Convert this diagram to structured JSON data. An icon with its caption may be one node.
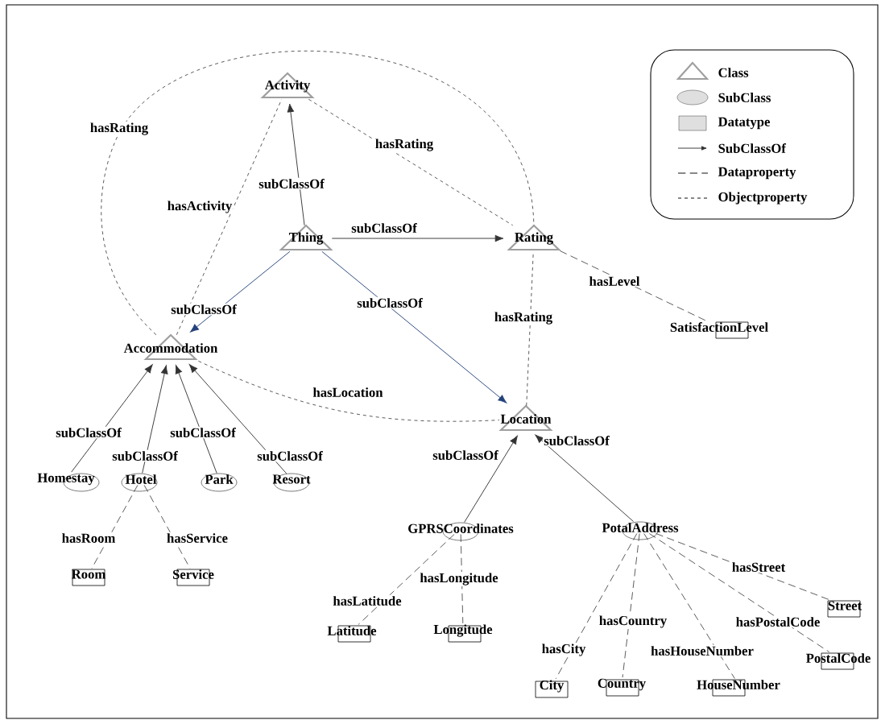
{
  "diagram": {
    "nodes": [
      {
        "text": [
          "Activity"
        ]
      },
      {
        "text": [
          "Thing"
        ]
      },
      {
        "text": [
          "Rating"
        ]
      },
      {
        "text": [
          "Accommodation"
        ]
      },
      {
        "text": [
          "Location"
        ]
      },
      {
        "text": [
          "Homestay"
        ]
      },
      {
        "text": [
          "Hotel"
        ]
      },
      {
        "text": [
          "Park"
        ]
      },
      {
        "text": [
          "Resort"
        ]
      },
      {
        "text": [
          "Room"
        ]
      },
      {
        "text": [
          "Service"
        ]
      },
      {
        "text": [
          "GPRSCoordinates"
        ]
      },
      {
        "text": [
          "PotalAddress"
        ]
      },
      {
        "text": [
          "Latitude"
        ]
      },
      {
        "text": [
          "Longitude"
        ]
      },
      {
        "text": [
          "City"
        ]
      },
      {
        "text": [
          "Country"
        ]
      },
      {
        "text": [
          "HouseNumber"
        ]
      },
      {
        "text": [
          "Street"
        ]
      },
      {
        "text": [
          "PostalCode"
        ]
      },
      {
        "text": [
          "SatisfactionLevel"
        ]
      }
    ],
    "edges": [
      {
        "from": 1,
        "to": 0,
        "arrow": "to",
        "label": "subClassOf"
      },
      {
        "from": 1,
        "to": 2,
        "arrow": "to",
        "label": "subClassOf"
      },
      {
        "from": 1,
        "to": 3,
        "arrow": "to",
        "label": "subClassOf",
        "color": "#24427a"
      },
      {
        "from": 1,
        "to": 4,
        "arrow": "to",
        "label": "subClassOf",
        "color": "#24427a"
      },
      {
        "from": 5,
        "to": 3,
        "arrow": "to",
        "label": "subClassOf"
      },
      {
        "from": 6,
        "to": 3,
        "arrow": "to",
        "label": "subClassOf"
      },
      {
        "from": 7,
        "to": 3,
        "arrow": "to",
        "label": "subClassOf"
      },
      {
        "from": 8,
        "to": 3,
        "arrow": "to",
        "label": "subClassOf"
      },
      {
        "from": 11,
        "to": 4,
        "arrow": "to",
        "label": "subClassOf"
      },
      {
        "from": 12,
        "to": 4,
        "arrow": "to",
        "label": "subClassOf"
      },
      {
        "from": 3,
        "to": 0,
        "arrow": "none",
        "label": "hasActivity",
        "style": "dashed"
      },
      {
        "from": 3,
        "to": 2,
        "arrow": "none",
        "label": "hasRating",
        "style": "dashed"
      },
      {
        "from": 0,
        "to": 2,
        "arrow": "none",
        "label": "hasRating",
        "style": "dashed"
      },
      {
        "from": 4,
        "to": 2,
        "arrow": "none",
        "label": "hasRating",
        "style": "dashed"
      },
      {
        "from": 3,
        "to": 4,
        "arrow": "none",
        "label": "hasLocation",
        "style": "dashed"
      },
      {
        "from": 2,
        "to": 20,
        "arrow": "none",
        "label": "hasLevel",
        "style": "dashed"
      },
      {
        "from": 6,
        "to": 9,
        "arrow": "none",
        "label": "hasRoom",
        "style": "dashed"
      },
      {
        "from": 6,
        "to": 10,
        "arrow": "none",
        "label": "hasService",
        "style": "dashed"
      },
      {
        "from": 11,
        "to": 13,
        "arrow": "none",
        "label": "hasLatitude",
        "style": "dashed"
      },
      {
        "from": 11,
        "to": 14,
        "arrow": "none",
        "label": "hasLongitude",
        "style": "dashed"
      },
      {
        "from": 12,
        "to": 15,
        "arrow": "none",
        "label": "hasCity",
        "style": "dashed"
      },
      {
        "from": 12,
        "to": 16,
        "arrow": "none",
        "label": "hasCountry",
        "style": "dashed"
      },
      {
        "from": 12,
        "to": 17,
        "arrow": "none",
        "label": "hasHouseNumber",
        "style": "dashed"
      },
      {
        "from": 12,
        "to": 19,
        "arrow": "none",
        "label": "hasPostalCode",
        "style": "dashed"
      },
      {
        "from": 12,
        "to": 18,
        "arrow": "none",
        "label": "hasStreet",
        "style": "dashed"
      }
    ],
    "legend": [
      {
        "text": "Class"
      },
      {
        "text": "SubClass"
      },
      {
        "text": "Datatype"
      },
      {
        "text": "SubClassOf"
      },
      {
        "text": "Dataproperty"
      },
      {
        "text": "Objectproperty"
      }
    ]
  }
}
